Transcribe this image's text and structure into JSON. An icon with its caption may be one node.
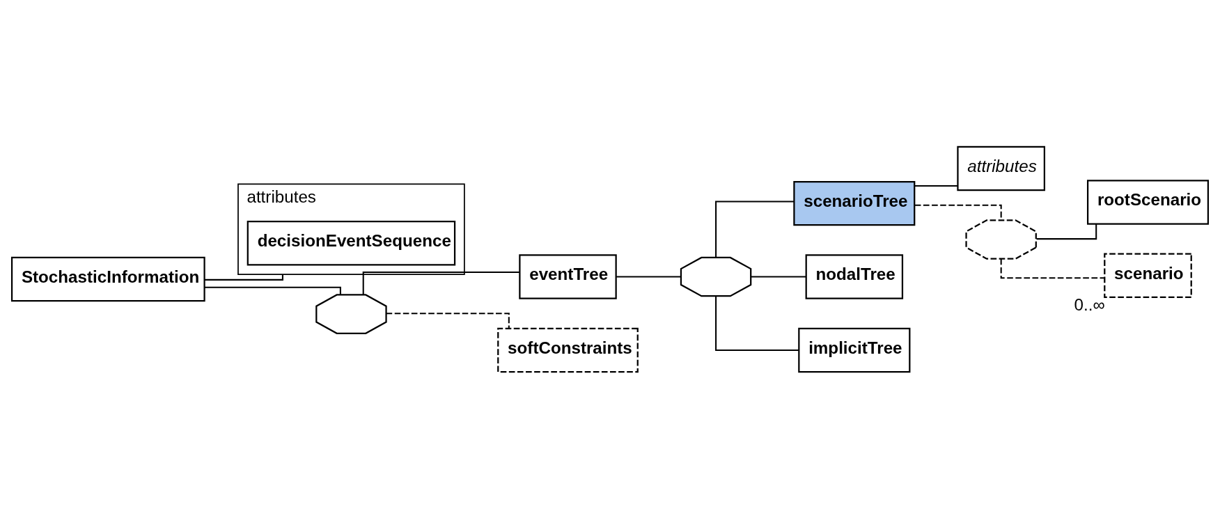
{
  "diagram": {
    "nodes": [
      {
        "text": [
          "StochasticInformation"
        ]
      },
      {
        "text": [
          "attributes"
        ]
      },
      {
        "text": [
          "decisionEventSequence"
        ],
        "in": 1
      },
      {
        "text": [],
        "shape": "octagon"
      },
      {
        "text": [
          "eventTree"
        ]
      },
      {
        "text": [],
        "shape": "octagon"
      },
      {
        "text": [
          "scenarioTree"
        ]
      },
      {
        "text": [
          "attributes"
        ]
      },
      {
        "text": [],
        "shape": "octagon"
      },
      {
        "text": [
          "rootScenario"
        ]
      },
      {
        "text": [
          "scenario"
        ],
        "beside": [
          "0..∞"
        ]
      },
      {
        "text": [
          "nodalTree"
        ]
      },
      {
        "text": [
          "implicitTree"
        ]
      },
      {
        "text": [
          "softConstraints"
        ]
      }
    ],
    "edges": [
      {
        "from": 0,
        "to": 1,
        "arrow": "none"
      },
      {
        "from": 0,
        "to": 3,
        "arrow": "none"
      },
      {
        "from": 3,
        "to": 4,
        "arrow": "none"
      },
      {
        "from": 3,
        "to": 13,
        "arrow": "none",
        "style": "dashed"
      },
      {
        "from": 4,
        "to": 5,
        "arrow": "none"
      },
      {
        "from": 5,
        "to": 6,
        "arrow": "none"
      },
      {
        "from": 5,
        "to": 11,
        "arrow": "none"
      },
      {
        "from": 5,
        "to": 12,
        "arrow": "none"
      },
      {
        "from": 6,
        "to": 7,
        "arrow": "none"
      },
      {
        "from": 6,
        "to": 8,
        "arrow": "none",
        "style": "dashed"
      },
      {
        "from": 8,
        "to": 9,
        "arrow": "none"
      },
      {
        "from": 8,
        "to": 10,
        "arrow": "none",
        "style": "dashed"
      }
    ]
  }
}
